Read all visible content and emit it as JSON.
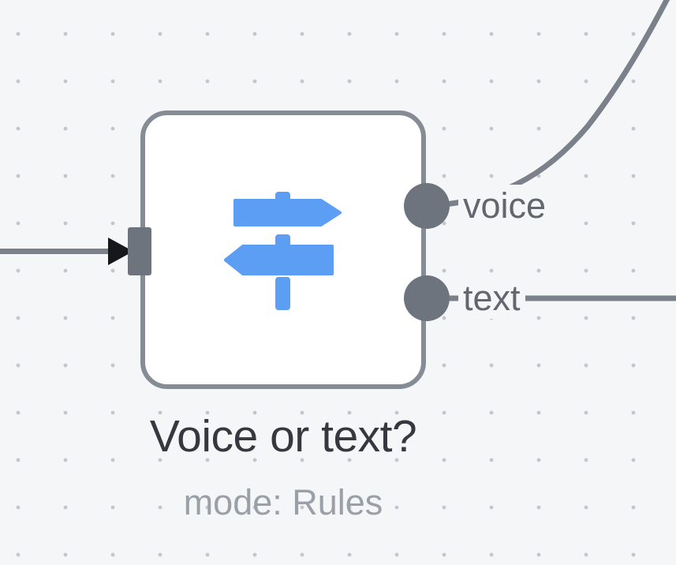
{
  "canvas": {
    "background_color": "#f5f6f8",
    "dot_color": "#c3c6cc"
  },
  "node": {
    "title": "Voice or text?",
    "subtitle": "mode: Rules",
    "icon": "signpost-icon",
    "fill_color": "#ffffff",
    "border_color": "#868c95",
    "icon_color": "#5b9ef4"
  },
  "ports": {
    "input_count": 1,
    "port_color": "#6e747d",
    "outputs": [
      {
        "label": "voice"
      },
      {
        "label": "text"
      }
    ],
    "label_color": "#62676f"
  },
  "edges": {
    "color": "#7b818a",
    "arrowhead_color": "#15171a",
    "incoming": "from-left-edge",
    "voice_edge": "curves-to-top-right",
    "text_edge": "straight-to-right-edge"
  },
  "text_colors": {
    "title": "#35393f",
    "subtitle": "#9aa0a8"
  }
}
